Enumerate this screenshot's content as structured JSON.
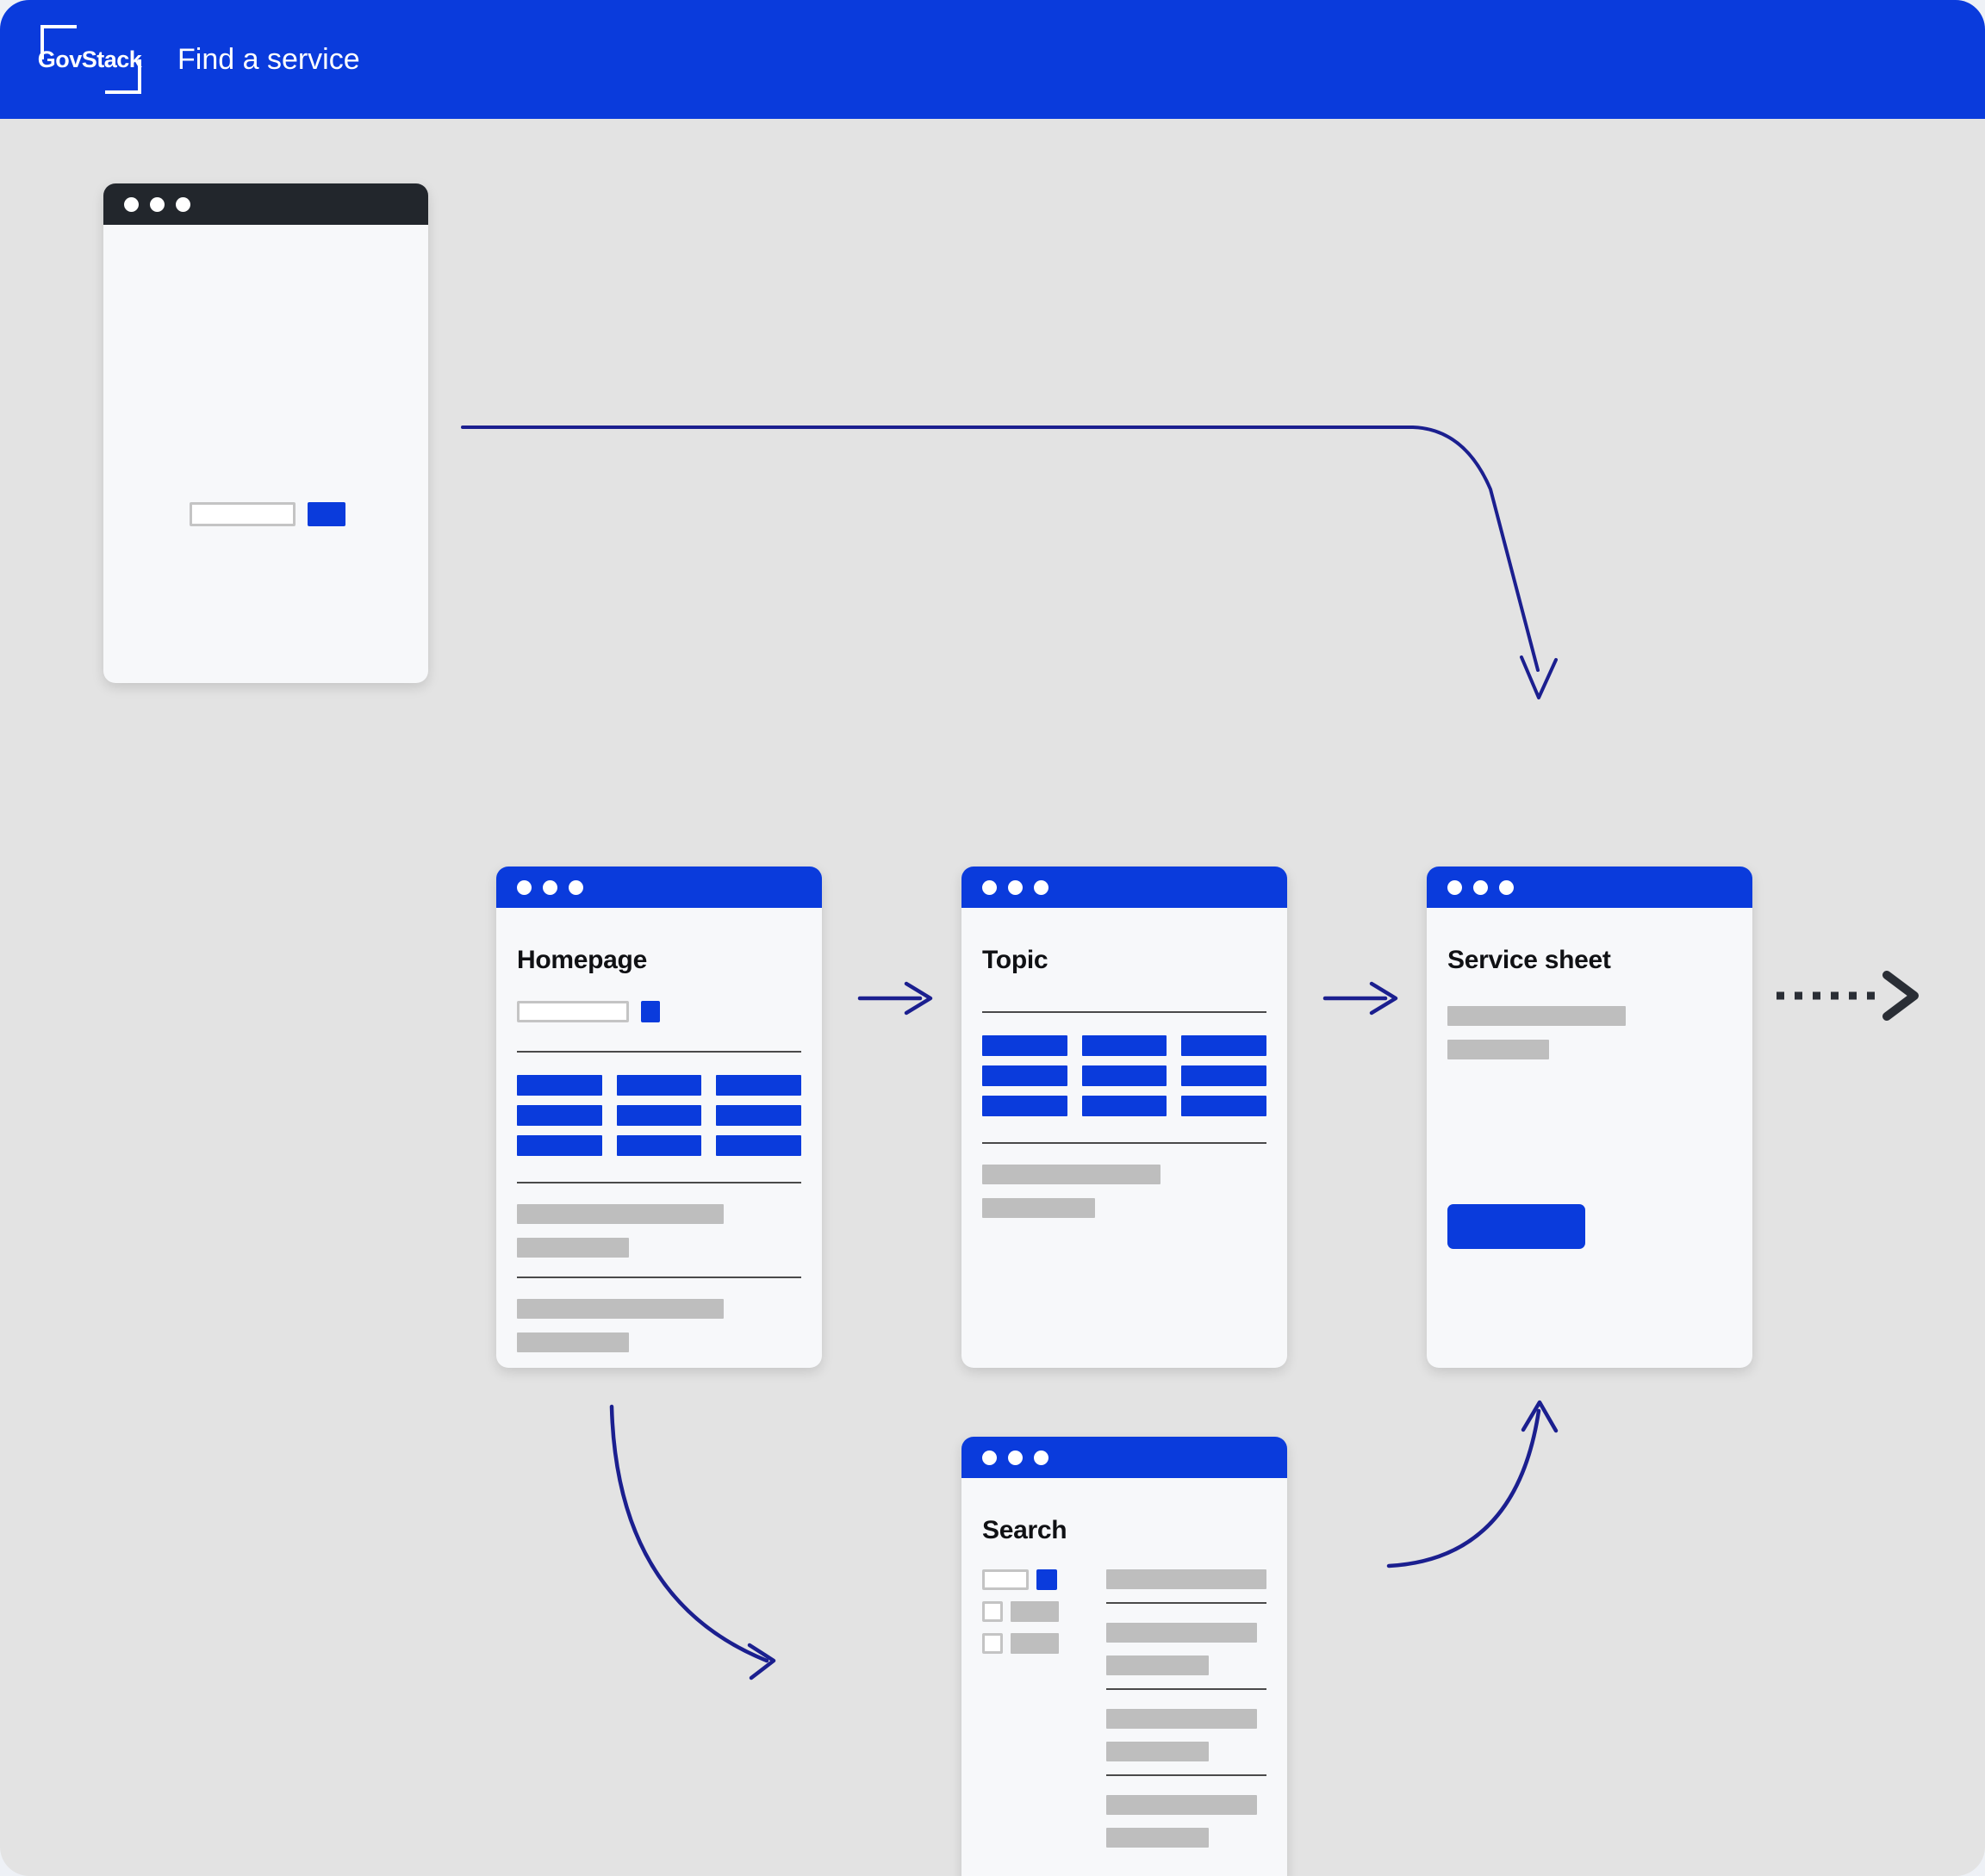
{
  "header": {
    "logo_text": "GovStack",
    "logo_icon": "govstack-bracket-logo",
    "title": "Find a service"
  },
  "colors": {
    "brand_blue": "#0A3BDC",
    "canvas_bg": "#e3e3e3",
    "page_bg": "#eef1f6",
    "card_bg": "#f7f8fa",
    "titlebar_dark": "#22262c",
    "placeholder_gray": "#bebebe",
    "divider": "#4a4a4a",
    "arrow_navy": "#1b1f8f",
    "arrow_dashed": "#2a2e35"
  },
  "flow": {
    "cards": [
      {
        "id": "start",
        "title": "",
        "titlebar_style": "dark",
        "dots": 3
      },
      {
        "id": "homepage",
        "title": "Homepage",
        "titlebar_style": "blue",
        "dots": 3,
        "blue_blocks": 9,
        "gray_groups": 2
      },
      {
        "id": "topic",
        "title": "Topic",
        "titlebar_style": "blue",
        "dots": 3,
        "blue_blocks": 9,
        "gray_groups": 1
      },
      {
        "id": "service-sheet",
        "title": "Service sheet",
        "titlebar_style": "blue",
        "dots": 3,
        "gray_bars": 2,
        "has_cta": true
      },
      {
        "id": "search",
        "title": "Search",
        "titlebar_style": "blue",
        "dots": 3,
        "filters": 2,
        "result_groups": 4
      }
    ],
    "connectors": [
      {
        "id": "start-to-homepage",
        "style": "solid-curved",
        "direction": "right-then-down"
      },
      {
        "id": "homepage-to-topic",
        "style": "solid-straight",
        "direction": "right"
      },
      {
        "id": "topic-to-service-sheet",
        "style": "solid-straight",
        "direction": "right"
      },
      {
        "id": "service-sheet-to-next",
        "style": "dashed-chevron",
        "direction": "right"
      },
      {
        "id": "homepage-to-search",
        "style": "solid-curved",
        "direction": "down-right"
      },
      {
        "id": "search-to-service-sheet",
        "style": "solid-curved",
        "direction": "up-right"
      }
    ]
  }
}
